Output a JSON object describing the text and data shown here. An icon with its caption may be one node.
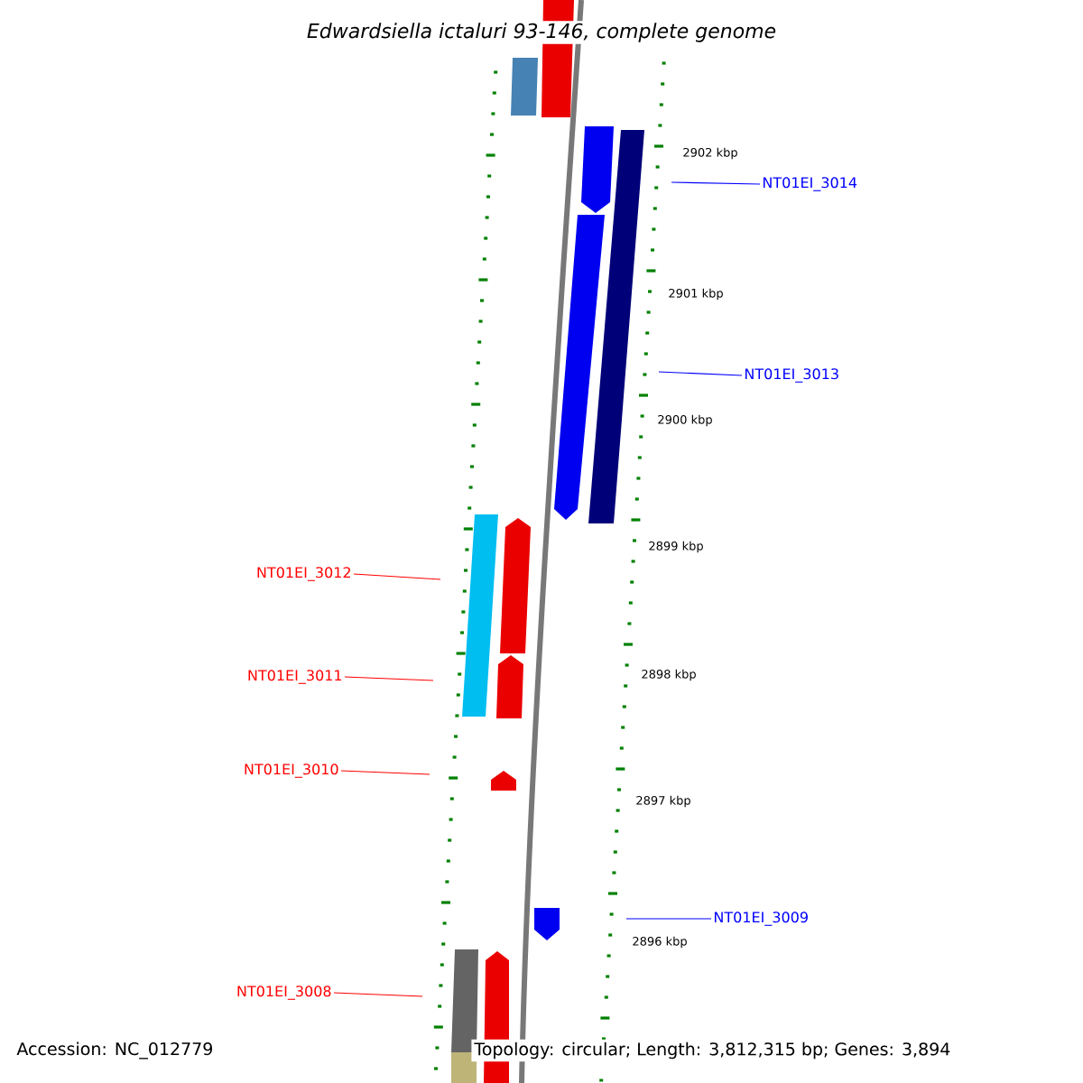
{
  "diagram": {
    "title": "Edwardsiella ictaluri 93-146, complete genome",
    "nodes": [
      {
        "text": [
          "NT01EI_3014"
        ]
      },
      {
        "text": [
          "NT01EI_3013"
        ]
      },
      {
        "text": [
          "NT01EI_3012"
        ]
      },
      {
        "text": [
          "NT01EI_3011"
        ]
      },
      {
        "text": [
          "NT01EI_3010"
        ]
      },
      {
        "text": [
          "NT01EI_3009"
        ]
      },
      {
        "text": [
          "NT01EI_3008"
        ]
      },
      {
        "text": [],
        "shape": "bar"
      },
      {
        "text": [],
        "shape": "bar"
      },
      {
        "text": [],
        "shape": "arrow"
      },
      {
        "text": [],
        "shape": "bar"
      },
      {
        "text": [],
        "shape": "arrow"
      },
      {
        "text": [],
        "shape": "bar"
      },
      {
        "text": [],
        "shape": "arrow"
      },
      {
        "text": [],
        "shape": "arrow"
      },
      {
        "text": [],
        "shape": "arrow"
      },
      {
        "text": [],
        "shape": "arrow"
      },
      {
        "text": [],
        "shape": "bar"
      },
      {
        "text": [],
        "shape": "arrow"
      },
      {
        "text": [],
        "shape": "bar"
      }
    ],
    "edges": [
      {
        "from": 0,
        "to": null,
        "arrow": "none",
        "color": "#0000ff"
      },
      {
        "from": 1,
        "to": null,
        "arrow": "none",
        "color": "#0000ff"
      },
      {
        "from": 2,
        "to": null,
        "arrow": "none"
      },
      {
        "from": 3,
        "to": null,
        "arrow": "none"
      },
      {
        "from": 4,
        "to": null,
        "arrow": "none"
      },
      {
        "from": 5,
        "to": null,
        "arrow": "none",
        "color": "#0000ff"
      },
      {
        "from": 6,
        "to": null,
        "arrow": "none"
      }
    ],
    "labels": [
      "2902 kbp",
      "2901 kbp",
      "2900 kbp",
      "2899 kbp",
      "2898 kbp",
      "2897 kbp",
      "2896 kbp",
      "Accession: NC_012779",
      "Topology: circular; Length: 3,812,315 bp; Genes: 3,894"
    ]
  }
}
